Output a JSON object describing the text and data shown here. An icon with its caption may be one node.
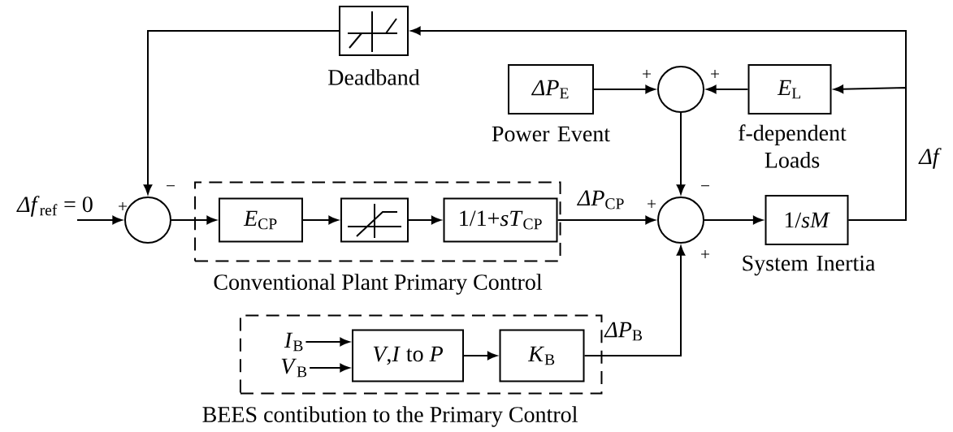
{
  "diagram": {
    "nodes": [
      {
        "text": [],
        "shape": "box",
        "beside": [
          "Deadband"
        ]
      },
      {
        "text": [
          "*ΔP*$_{E}$"
        ],
        "beside": [
          "Power Event"
        ]
      },
      {
        "text": [],
        "shape": "circle"
      },
      {
        "text": [
          "*E*$_{L}$"
        ],
        "beside": [
          "f-dependent Loads"
        ]
      },
      {
        "text": [],
        "shape": "circle"
      },
      {
        "text": [
          "Conventional Plant Primary Control"
        ]
      },
      {
        "text": [
          "*E*$_{CP}$"
        ],
        "in": 5
      },
      {
        "text": [],
        "shape": "box",
        "in": 5
      },
      {
        "text": [
          "1/1+*sT*$_{CP}$"
        ],
        "in": 5
      },
      {
        "text": [],
        "shape": "circle"
      },
      {
        "text": [
          "1/*sM*"
        ],
        "beside": [
          "System Inertia"
        ]
      },
      {
        "text": [
          "BEES contibution to the Primary Control"
        ]
      },
      {
        "text": [
          "*V*,*I* to *P*"
        ],
        "in": 11
      },
      {
        "text": [
          "*K*$_{B}$"
        ],
        "in": 11
      },
      {
        "text": [
          "*I*$_{B}$"
        ],
        "in": 11
      },
      {
        "text": [
          "*V*$_{B}$"
        ],
        "in": 11
      }
    ],
    "edges": [
      {
        "from": null,
        "to": 4,
        "arrow": "to",
        "label": "*Δf*$_{ref}$ = 0"
      },
      {
        "from": 0,
        "to": 4,
        "arrow": "to"
      },
      {
        "from": 4,
        "to": 6,
        "arrow": "to"
      },
      {
        "from": 6,
        "to": 7,
        "arrow": "to"
      },
      {
        "from": 7,
        "to": 8,
        "arrow": "to"
      },
      {
        "from": 8,
        "to": 9,
        "arrow": "to",
        "label": "*ΔP*$_{CP}$"
      },
      {
        "from": 1,
        "to": 2,
        "arrow": "to"
      },
      {
        "from": 3,
        "to": 2,
        "arrow": "to"
      },
      {
        "from": 2,
        "to": 9,
        "arrow": "to"
      },
      {
        "from": 9,
        "to": 10,
        "arrow": "to"
      },
      {
        "from": 10,
        "to": 3,
        "arrow": "to"
      },
      {
        "from": 10,
        "to": 0,
        "arrow": "to",
        "label": "*Δf*"
      },
      {
        "from": 14,
        "to": 12,
        "arrow": "to"
      },
      {
        "from": 15,
        "to": 12,
        "arrow": "to"
      },
      {
        "from": 12,
        "to": 13,
        "arrow": "to"
      },
      {
        "from": 13,
        "to": 9,
        "arrow": "to",
        "label": "*ΔP*$_{B}$"
      }
    ],
    "labels": [
      "+",
      "+",
      "−",
      "−",
      "+",
      "+",
      "+"
    ]
  }
}
